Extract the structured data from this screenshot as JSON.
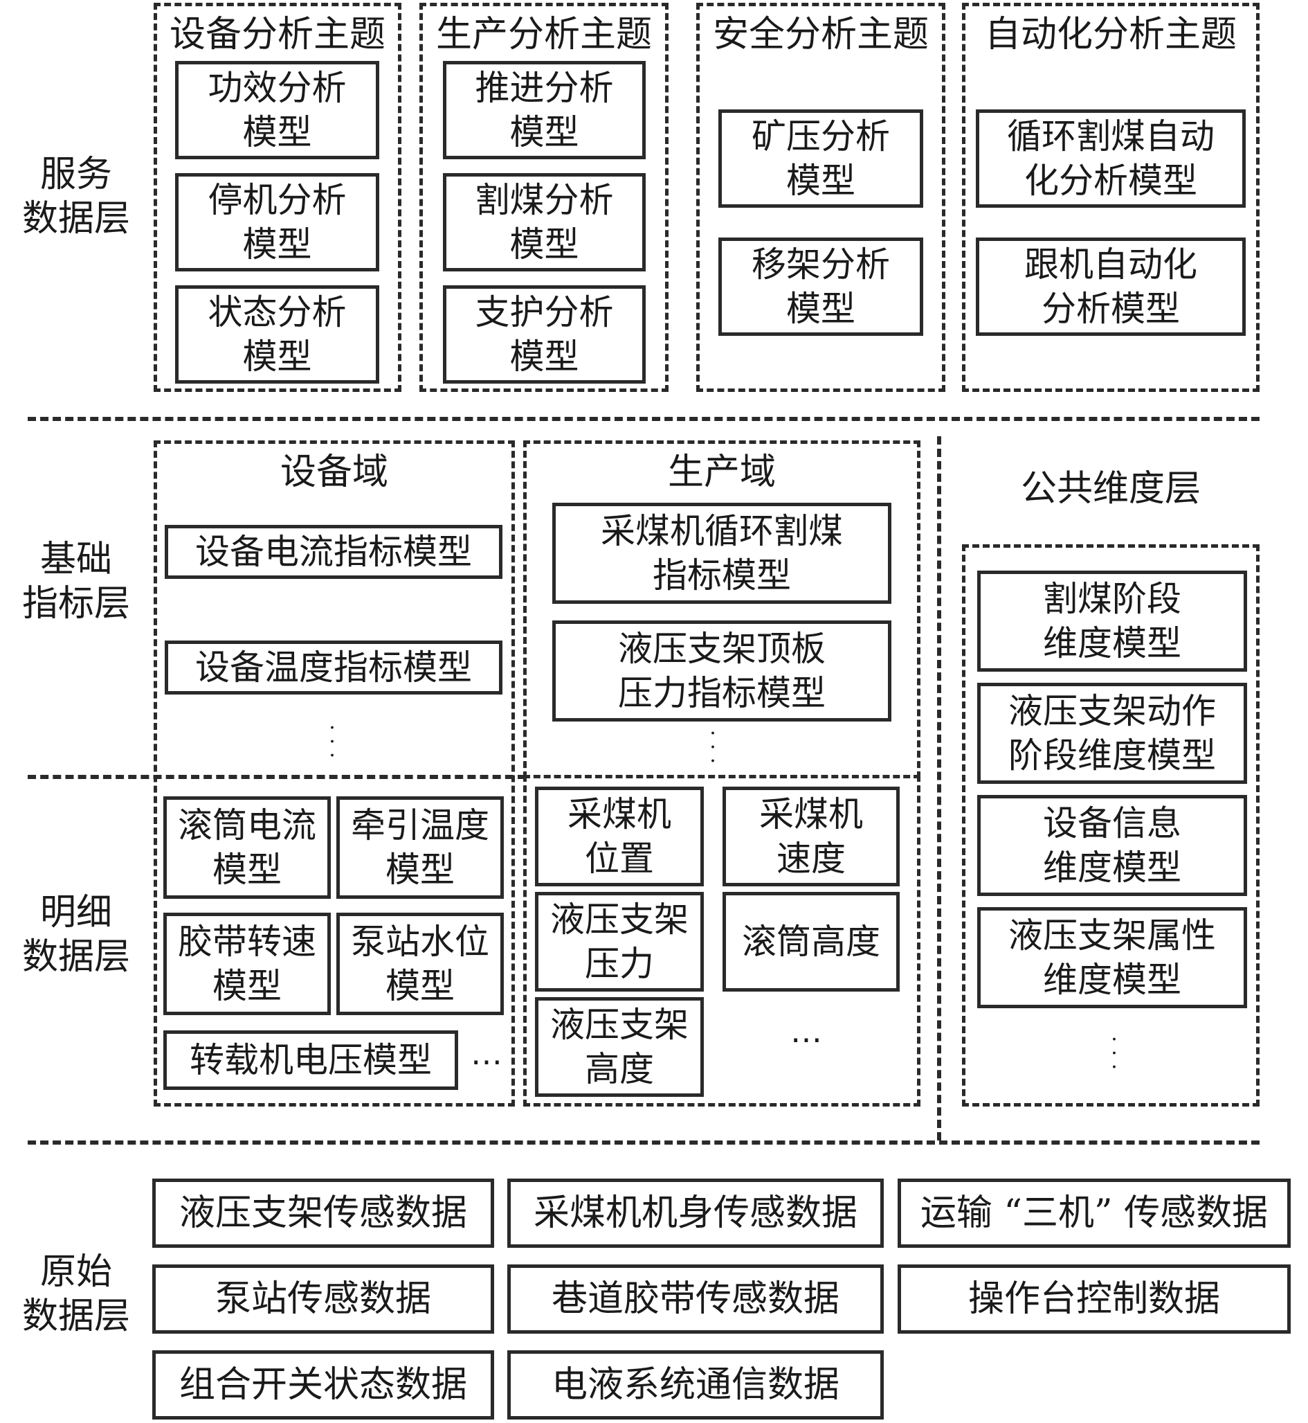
{
  "layers": {
    "service": "服务\n数据层",
    "basic": "基础\n指标层",
    "detail": "明细\n数据层",
    "raw": "原始\n数据层"
  },
  "service": {
    "equipment_theme": {
      "title": "设备分析主题",
      "models": [
        "功效分析\n模型",
        "停机分析\n模型",
        "状态分析\n模型"
      ]
    },
    "production_theme": {
      "title": "生产分析主题",
      "models": [
        "推进分析\n模型",
        "割煤分析\n模型",
        "支护分析\n模型"
      ]
    },
    "safety_theme": {
      "title": "安全分析主题",
      "models": [
        "矿压分析\n模型",
        "移架分析\n模型"
      ]
    },
    "automation_theme": {
      "title": "自动化分析主题",
      "models": [
        "循环割煤自动\n化分析模型",
        "跟机自动化\n分析模型"
      ]
    }
  },
  "equipment_domain": {
    "title": "设备域",
    "indicators": [
      "设备电流指标模型",
      "设备温度指标模型"
    ],
    "indicator_more": "⋮",
    "details": [
      "滚筒电流\n模型",
      "牵引温度\n模型",
      "胶带转速\n模型",
      "泵站水位\n模型",
      "转载机电压模型"
    ],
    "detail_more": "⋯"
  },
  "production_domain": {
    "title": "生产域",
    "indicators": [
      "采煤机循环割煤\n指标模型",
      "液压支架顶板\n压力指标模型"
    ],
    "indicator_more": "⋮",
    "details_left": [
      "采煤机\n位置",
      "液压支架\n压力",
      "液压支架\n高度"
    ],
    "details_right": [
      "采煤机\n速度",
      "滚筒高度"
    ],
    "detail_more": "⋯"
  },
  "public_dimension": {
    "title": "公共维度层",
    "models": [
      "割煤阶段\n维度模型",
      "液压支架动作\n阶段维度模型",
      "设备信息\n维度模型",
      "液压支架属性\n维度模型"
    ],
    "more": "⋮"
  },
  "raw": {
    "sources": [
      "液压支架传感数据",
      "采煤机机身传感数据",
      "运输 “三机” 传感数据",
      "泵站传感数据",
      "巷道胶带传感数据",
      "操作台控制数据",
      "组合开关状态数据",
      "电液系统通信数据"
    ]
  }
}
